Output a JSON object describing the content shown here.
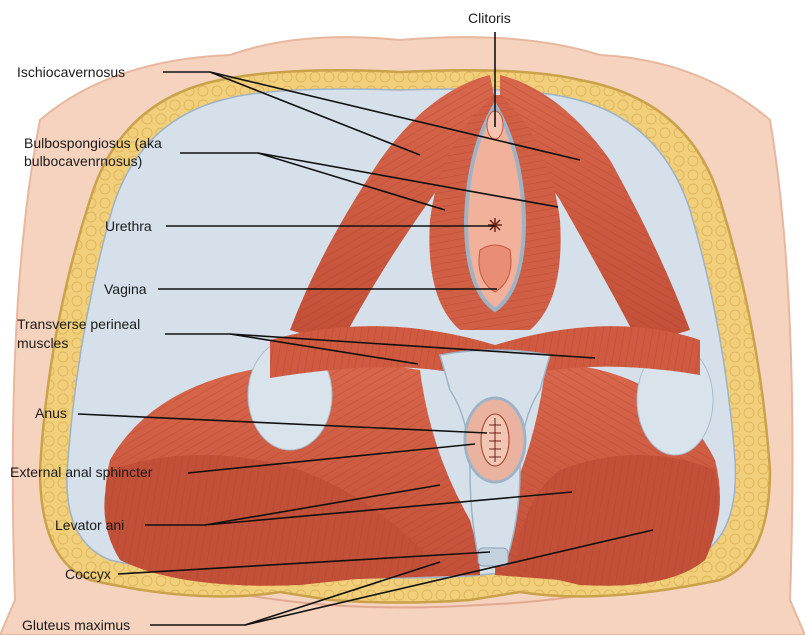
{
  "labels": {
    "clitoris": "Clitoris",
    "ischiocavernosus": "Ischiocavernosus",
    "bulbospongiosus_line1": "Bulbospongiosus (aka",
    "bulbospongiosus_line2": "bulbocavenrnosus)",
    "urethra": "Urethra",
    "vagina": "Vagina",
    "transverse_line1": "Transverse perineal",
    "transverse_line2": "muscles",
    "anus": "Anus",
    "external_anal_sphincter": "External anal sphincter",
    "levator_ani": "Levator ani",
    "coccyx": "Coccyx",
    "gluteus_maximus": "Gluteus maximus"
  },
  "colors": {
    "skin": "#f6d3bf",
    "fat": "#f2cf7a",
    "fat_edge": "#c9a24a",
    "fascia": "#cfdbe6",
    "muscle": "#c9553d",
    "muscle_light": "#e07a5f",
    "fiber": "#9e3a28",
    "mucosa": "#f1b19a",
    "leader": "#111111"
  }
}
